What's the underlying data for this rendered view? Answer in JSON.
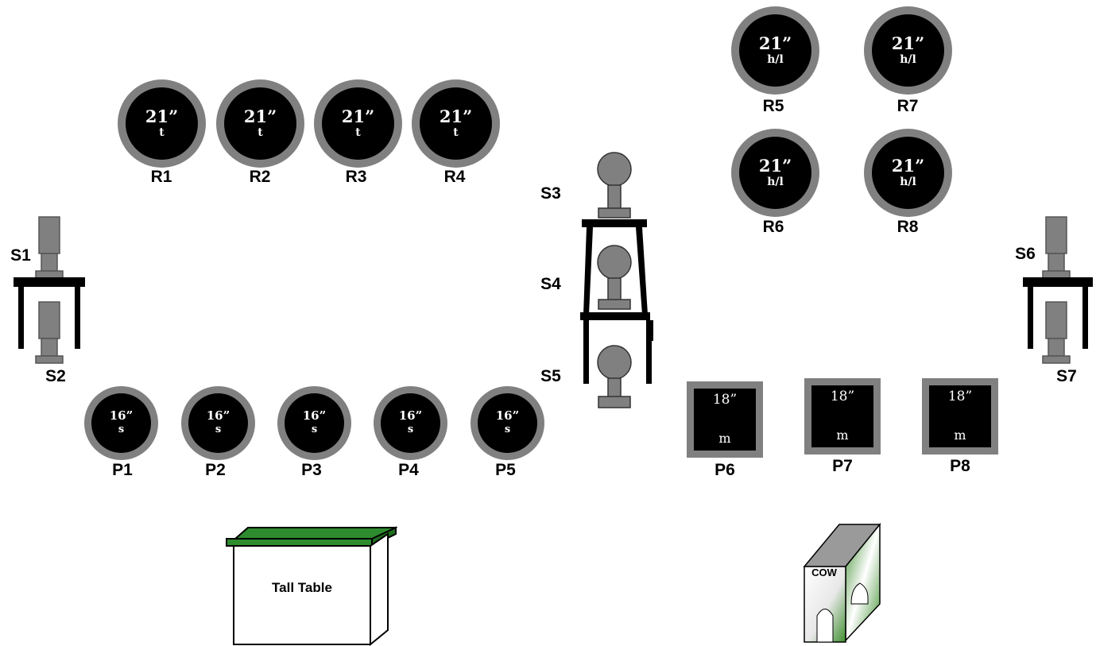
{
  "round_targets": [
    {
      "id": "R1",
      "size": "21”",
      "kind": "t"
    },
    {
      "id": "R2",
      "size": "21”",
      "kind": "t"
    },
    {
      "id": "R3",
      "size": "21”",
      "kind": "t"
    },
    {
      "id": "R4",
      "size": "21”",
      "kind": "t"
    },
    {
      "id": "R5",
      "size": "21”",
      "kind": "h/l"
    },
    {
      "id": "R6",
      "size": "21”",
      "kind": "h/l"
    },
    {
      "id": "R7",
      "size": "21”",
      "kind": "h/l"
    },
    {
      "id": "R8",
      "size": "21”",
      "kind": "h/l"
    }
  ],
  "pepper_targets": [
    {
      "id": "P1",
      "size": "16”",
      "kind": "s"
    },
    {
      "id": "P2",
      "size": "16”",
      "kind": "s"
    },
    {
      "id": "P3",
      "size": "16”",
      "kind": "s"
    },
    {
      "id": "P4",
      "size": "16”",
      "kind": "s"
    },
    {
      "id": "P5",
      "size": "16”",
      "kind": "s"
    }
  ],
  "square_targets": [
    {
      "id": "P6",
      "size": "18”",
      "kind": "m"
    },
    {
      "id": "P7",
      "size": "18”",
      "kind": "m"
    },
    {
      "id": "P8",
      "size": "18”",
      "kind": "m"
    }
  ],
  "steel_targets": {
    "s1": "S1",
    "s2": "S2",
    "s3": "S3",
    "s4": "S4",
    "s5": "S5",
    "s6": "S6",
    "s7": "S7"
  },
  "props": {
    "tall_table": "Tall Table",
    "cow": "COW"
  },
  "colors": {
    "plate_rim": "#808080",
    "plate_face": "#000000",
    "table_top_green": "#2e8b2e",
    "cow_grey": "#9a9a9a"
  }
}
